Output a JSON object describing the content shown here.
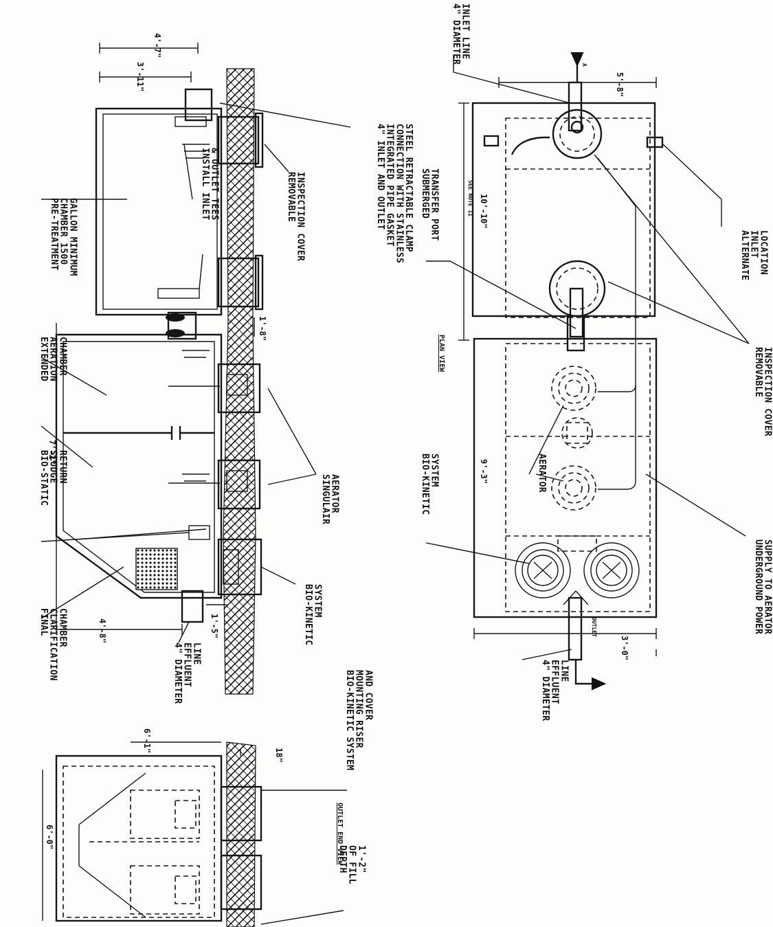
{
  "plan_view": {
    "title": "PLAN VIEW",
    "labels": {
      "inlet_line": [
        "4\" DIAMETER",
        "INLET LINE"
      ],
      "alternate_inlet": [
        "ALTERNATE",
        "INLET",
        "LOCATION"
      ],
      "inspection_cover": [
        "REMOVABLE",
        "INSPECTION COVER"
      ],
      "power_supply": [
        "UNDERGROUND POWER",
        "SUPPLY TO AERATOR"
      ],
      "transfer_port": [
        "SUBMERGED",
        "TRANSFER PORT"
      ],
      "aerator": "AERATOR",
      "bio_kinetic": [
        "BIO-KINETIC",
        "SYSTEM"
      ],
      "effluent": [
        "4\" DIAMETER",
        "EFFLUENT",
        "LINE"
      ],
      "outlet_tag": "OUTLET",
      "arrow_tag": "A"
    },
    "dims": {
      "width_top": "5'-8\"",
      "length_pre": "10'-10\"",
      "see_note": "SEE NOTE 11",
      "length_main": "9'-3\"",
      "width_bottom": "3'-0\""
    }
  },
  "section_view": {
    "labels": {
      "inlet_outlet": [
        "4\" INLET AND OUTLET",
        "INTEGRATED PIPE GASKET",
        "CONNECTION WITH STAINLESS",
        "STEEL RETRACTABLE CLAMP"
      ],
      "inspection_cover": [
        "REMOVABLE",
        "INSPECTION COVER"
      ],
      "tees": [
        "INSTALL INLET",
        "& OUTLET TEES"
      ],
      "pretreatment": [
        "PRE-TREATMENT",
        "CHAMBER 1500",
        "GALLON MINIMUM"
      ],
      "aeration": [
        "EXTENDED",
        "AERATION",
        "CHAMBER"
      ],
      "sludge": [
        "BIO-STATIC",
        "SLUDGE",
        "RETURN"
      ],
      "singulair": [
        "SINGULAIR",
        "AERATOR"
      ],
      "bio_kinetic": [
        "BIO-KINETIC",
        "SYSTEM"
      ],
      "clarification": [
        "FINAL",
        "CLARIFICATION",
        "CHAMBER"
      ],
      "effluent": [
        "4\" DIAMETER",
        "EFFLUENT",
        "LINE"
      ]
    },
    "dims": {
      "d1": "4'-7\"",
      "d2": "3'-11\"",
      "d3": "1'-8\"",
      "d4": "7'-2\"",
      "d5": "4'-8\"",
      "d6": "1'-5\""
    }
  },
  "outlet_end_view": {
    "title": "OUTLET END VIEW",
    "labels": {
      "riser": [
        "BIO-KINETIC SYSTEM",
        "MOUNTING RISER",
        "AND COVER"
      ],
      "fill": [
        "DEPTH",
        "OF FILL",
        "1'-2\""
      ]
    },
    "dims": {
      "d1": "18\"",
      "d2": "6'-1\"",
      "d3": "6'-0\""
    }
  }
}
